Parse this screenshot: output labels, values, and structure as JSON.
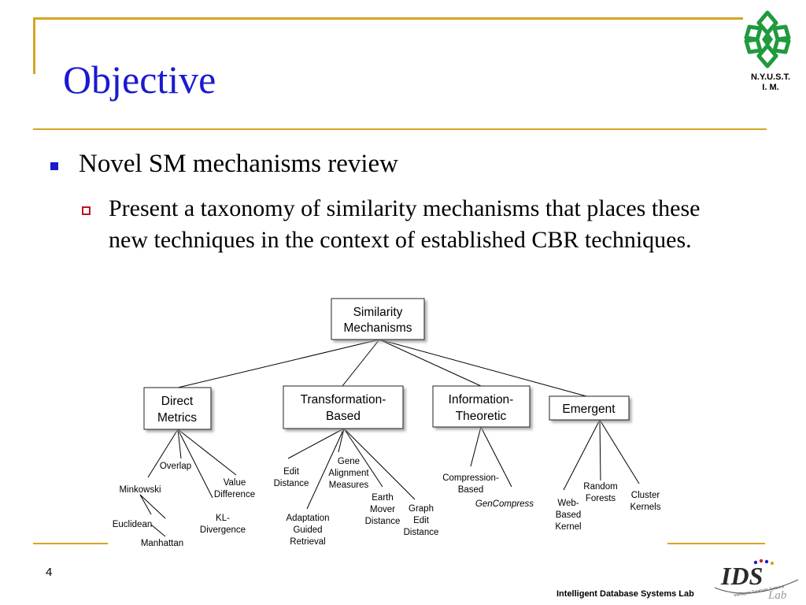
{
  "slide": {
    "title": "Objective",
    "bullet_1": "Novel SM mechanisms review",
    "sub_bullet_1": "Present a taxonomy of similarity mechanisms that places these new techniques in the context of established CBR techniques.",
    "page_number": "4",
    "footer": "Intelligent Database Systems Lab"
  },
  "logo": {
    "label_line1": "N.Y.U.S.T.",
    "label_line2": "I. M.",
    "color": "#1f9a3c"
  },
  "ids_logo": {
    "wordmark": "IDS",
    "subtitle": "Lab",
    "arc_text": "Intelligent Database Systems"
  },
  "diagram": {
    "root": [
      "Similarity",
      "Mechanisms"
    ],
    "categories": [
      {
        "lines": [
          "Direct",
          "Metrics"
        ]
      },
      {
        "lines": [
          "Transformation-",
          "Based"
        ]
      },
      {
        "lines": [
          "Information-",
          "Theoretic"
        ]
      },
      {
        "lines": [
          "Emergent"
        ]
      }
    ],
    "leaves": {
      "overlap": [
        "Overlap"
      ],
      "minkowski": [
        "Minkowski"
      ],
      "value_difference": [
        "Value",
        "Difference"
      ],
      "euclidean": [
        "Euclidean"
      ],
      "kl_divergence": [
        "KL-",
        "Divergence"
      ],
      "manhattan": [
        "Manhattan"
      ],
      "edit_distance": [
        "Edit",
        "Distance"
      ],
      "gene_alignment": [
        "Gene",
        "Alignment",
        "Measures"
      ],
      "earth_mover": [
        "Earth",
        "Mover",
        "Distance"
      ],
      "graph_edit": [
        "Graph",
        "Edit",
        "Distance"
      ],
      "adaptation_guided": [
        "Adaptation",
        "Guided",
        "Retrieval"
      ],
      "compression_based": [
        "Compression-",
        "Based"
      ],
      "gencompress": [
        "GenCompress"
      ],
      "web_based_kernel": [
        "Web-",
        "Based",
        "Kernel"
      ],
      "random_forests": [
        "Random",
        "Forests"
      ],
      "cluster_kernels": [
        "Cluster",
        "Kernels"
      ]
    }
  },
  "colors": {
    "title": "#1a1ad0",
    "rule": "#d6a521",
    "bullet": "#1a1ad0",
    "sub_bullet": "#c0121e"
  }
}
